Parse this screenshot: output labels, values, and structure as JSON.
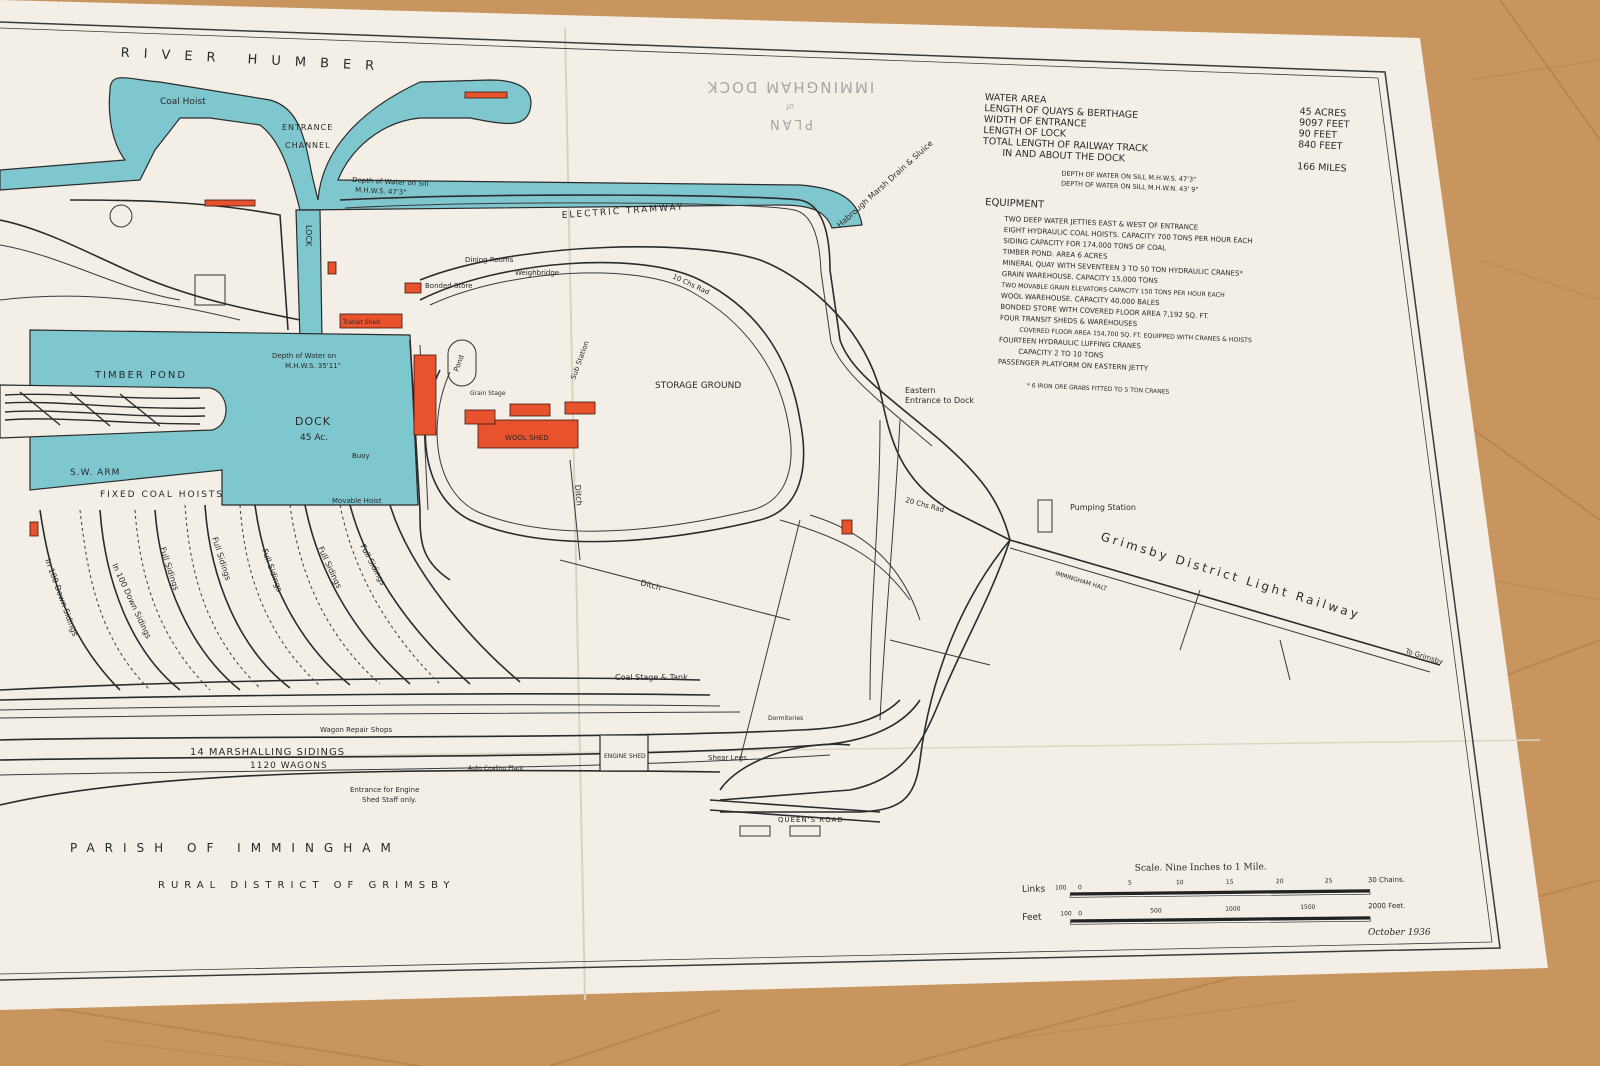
{
  "map": {
    "plan_title": {
      "line1": "PLAN",
      "line2": "of",
      "line3": "IMMINGHAM DOCK"
    },
    "stats": [
      {
        "label": "WATER AREA",
        "value": "45 ACRES"
      },
      {
        "label": "LENGTH OF QUAYS & BERTHAGE",
        "value": "9097 FEET"
      },
      {
        "label": "WIDTH OF ENTRANCE",
        "value": "90 FEET"
      },
      {
        "label": "LENGTH OF LOCK",
        "value": "840 FEET"
      },
      {
        "label": "TOTAL LENGTH OF RAILWAY TRACK",
        "value": ""
      },
      {
        "label": "IN AND ABOUT THE DOCK",
        "value": "166 MILES"
      }
    ],
    "sill_depths": [
      "DEPTH OF WATER ON SILL M.H.W.S. 47'3\"",
      "DEPTH OF WATER ON SILL M.H.W.N. 43' 9\""
    ],
    "equipment_heading": "EQUIPMENT",
    "equipment": [
      "TWO DEEP WATER JETTIES EAST & WEST OF ENTRANCE",
      "EIGHT HYDRAULIC COAL HOISTS. CAPACITY 700 TONS PER HOUR EACH",
      "SIDING CAPACITY FOR 174,000 TONS OF COAL",
      "TIMBER POND. AREA 6 ACRES",
      "MINERAL QUAY WITH SEVENTEEN 3 TO 50 TON HYDRAULIC CRANES*",
      "GRAIN WAREHOUSE. CAPACITY 15,000 TONS",
      "TWO MOVABLE GRAIN ELEVATORS CAPACITY 150 TONS PER HOUR EACH",
      "WOOL WAREHOUSE. CAPACITY 40,000 BALES",
      "BONDED STORE WITH COVERED FLOOR AREA 7,192 SQ. FT.",
      "FOUR TRANSIT SHEDS & WAREHOUSES",
      "COVERED FLOOR AREA 154,700 SQ. FT. EQUIPPED WITH CRANES & HOISTS",
      "FOURTEEN HYDRAULIC LUFFING CRANES",
      "CAPACITY 2 TO 10 TONS",
      "PASSENGER PLATFORM ON EASTERN JETTY"
    ],
    "footnote": "* 6 IRON ORE GRABS FITTED TO 5 TON CRANES",
    "labels": {
      "river": "RIVER HUMBER",
      "coal_hoist": "Coal Hoist",
      "entrance_channel_1": "ENTRANCE",
      "entrance_channel_2": "CHANNEL",
      "depth_sill_1": "Depth of Water on Sill",
      "depth_sill_2": "M.H.W.S. 47'3\"",
      "lock": "LOCK",
      "electric_tramway": "ELECTRIC TRAMWAY",
      "drain_sluice": "Habrough Marsh Drain & Sluice",
      "dining_rooms": "Dining Rooms",
      "weighbridge": "Weighbridge",
      "bonded_store": "Bonded Store",
      "transit_shed": "Transit Shed",
      "timber_pond": "TIMBER POND",
      "dock": "DOCK",
      "dock_area": "45 Ac.",
      "depth_mhws_1": "Depth of Water on",
      "depth_mhws_2": "M.H.W.S. 35'11\"",
      "sw_arm": "S.W. ARM",
      "fixed_coal_hoists": "FIXED COAL HOISTS",
      "movable_hoist": "Movable Hoist",
      "buoy": "Buoy",
      "pond": "Pond",
      "storage_ground": "STORAGE GROUND",
      "wool_shed": "WOOL SHED",
      "sub_station": "Sub Station",
      "grain_stage": "Grain Stage",
      "ten_chs_rad": "10 Chs Rad",
      "twenty_chs_rad": "20 Chs Rad",
      "eastern_entrance_1": "Eastern",
      "eastern_entrance_2": "Entrance to Dock",
      "pumping_station": "Pumping Station",
      "grimsby_railway": "Grimsby District Light Railway",
      "immingham_halt": "IMMINGHAM HALT",
      "to_grimsby": "To Grimsby",
      "ditch": "Ditch",
      "full_sidings": "Full Sidings",
      "down_sidings": "In 100 Down Sidings",
      "coal_stage": "Coal Stage & Tank",
      "wagon_repair": "Wagon Repair Shops",
      "marshalling_1": "14 MARSHALLING SIDINGS",
      "marshalling_2": "1120 WAGONS",
      "engine_shed": "ENGINE SHED",
      "auto_coaling": "Auto Coaling Plant",
      "shear_legs": "Shear Legs",
      "dormitories": "Dormitories",
      "shed_entrance_1": "Entrance for Engine",
      "shed_entrance_2": "Shed Staff only.",
      "queens_road": "QUEEN'S ROAD",
      "parish": "PARISH OF IMMINGHAM",
      "rural_district": "RURAL DISTRICT OF GRIMSBY",
      "date": "October 1936"
    },
    "scale": {
      "title": "Scale. Nine Inches to 1 Mile.",
      "links_label": "Links",
      "links_ticks": [
        "100",
        "0",
        "5",
        "10",
        "15",
        "20",
        "25"
      ],
      "links_end": "30 Chains.",
      "feet_label": "Feet",
      "feet_ticks": [
        "100",
        "0",
        "500",
        "1000",
        "1500"
      ],
      "feet_end": "2000 Feet."
    },
    "colors": {
      "water": "#7fc7cf",
      "buildings": "#e8522d",
      "paper": "#f3efe6",
      "floor": "#c9955f"
    }
  }
}
